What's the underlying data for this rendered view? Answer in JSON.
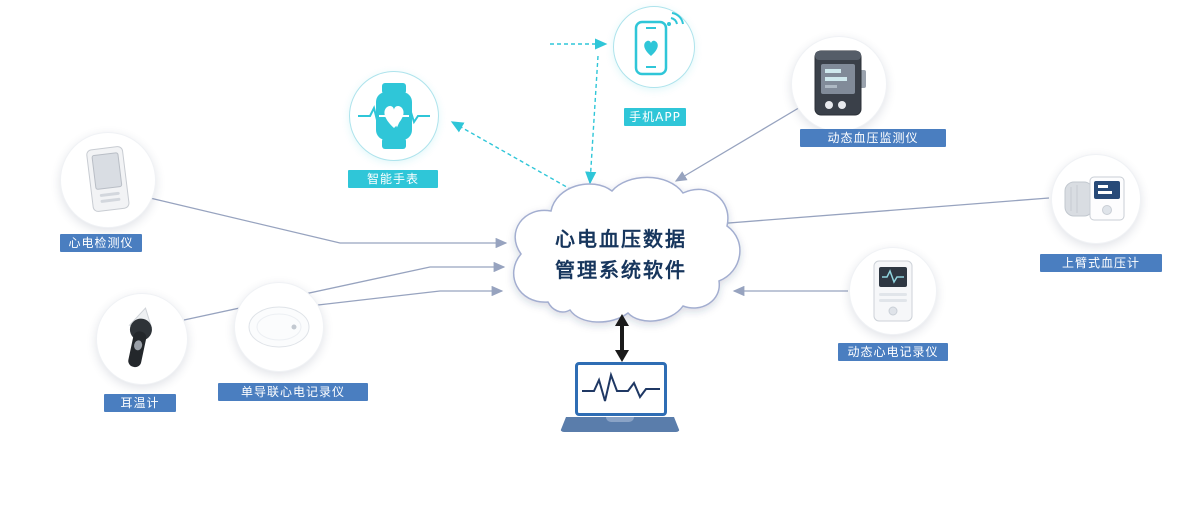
{
  "diagram": {
    "cloud": {
      "line1": "心电血压数据",
      "line2": "管理系统软件"
    },
    "labels": {
      "watch": "智能手表",
      "phone": "手机APP",
      "handheld": "心电检测仪",
      "ear": "耳温计",
      "patch": "单导联心电记录仪",
      "abpm": "动态血压监测仪",
      "bp": "上臂式血压计",
      "holter": "动态心电记录仪"
    },
    "icons": {
      "watch": "smartwatch-heart-icon",
      "phone": "smartphone-health-app-icon",
      "laptop": "laptop-ecg-icon",
      "cloud": "cloud-shape"
    },
    "colors": {
      "teal": "#2fc6d8",
      "blue": "#4a7ec0",
      "cloud_text": "#17365d",
      "connector": "#97a3bf"
    }
  }
}
